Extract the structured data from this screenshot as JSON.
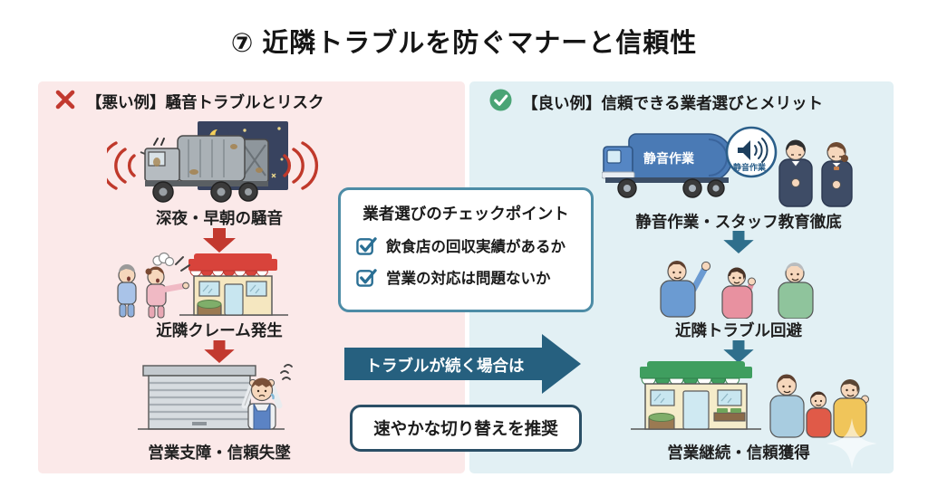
{
  "title": "⑦ 近隣トラブルを防ぐマナーと信頼性",
  "left_panel": {
    "header": "【悪い例】騒音トラブルとリスク",
    "steps": [
      {
        "label": "深夜・早朝の騒音"
      },
      {
        "label": "近隣クレーム発生"
      },
      {
        "label": "営業支障・信頼失墜"
      }
    ]
  },
  "right_panel": {
    "header": "【良い例】信頼できる業者選びとメリット",
    "truck_text": "静音作業",
    "badge_text": "静音作業",
    "steps": [
      {
        "label": "静音作業・スタッフ教育徹底"
      },
      {
        "label": "近隣トラブル回避"
      },
      {
        "label": "営業継続・信頼獲得"
      }
    ]
  },
  "checkpoint_box": {
    "title": "業者選びのチェックポイント",
    "items": [
      "飲食店の回収実績があるか",
      "営業の対応は問題ないか"
    ]
  },
  "flow_arrow": {
    "label": "トラブルが続く場合は"
  },
  "recommendation_box": {
    "label": "速やかな切り替えを推奨"
  },
  "colors": {
    "panel_bad_bg": "#fbe9e9",
    "panel_good_bg": "#e2f0f4",
    "bad_accent": "#c2392f",
    "good_accent": "#4aa475",
    "flow_arrow_fill": "#26607f",
    "down_arrow_good": "#2f6f8c",
    "checkbox_teal": "#2a6f94",
    "checkpoint_border": "#4d8ca6",
    "recommendation_border": "#2b4f66"
  }
}
